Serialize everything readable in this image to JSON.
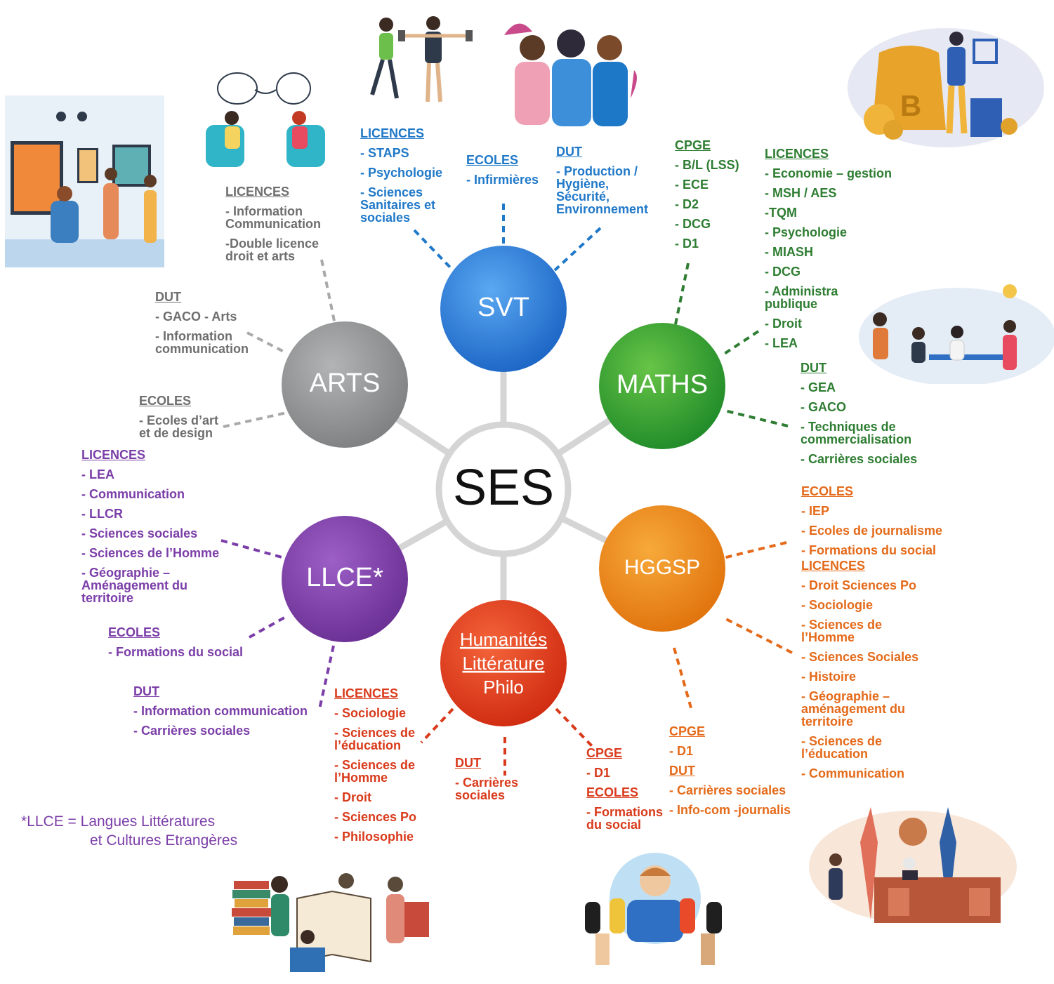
{
  "center": {
    "label": "SES"
  },
  "nodes": {
    "svt": {
      "label": "SVT",
      "color": "#2f7fd6"
    },
    "maths": {
      "label": "MATHS",
      "color": "#34a02f"
    },
    "hggsp": {
      "label": "HGGSP",
      "color": "#ec8a12"
    },
    "humanites": {
      "line1": "Humanités",
      "line2": "Littérature",
      "line3": "Philo",
      "color": "#e0381a"
    },
    "llce": {
      "label": "LLCE*",
      "color": "#7e3fa6"
    },
    "arts": {
      "label": "ARTS",
      "color": "#8e9091"
    }
  },
  "svt": {
    "licences": {
      "title": "LICENCES",
      "items": [
        "- STAPS",
        "- Psychologie",
        "- Sciences Sanitaires et sociales"
      ]
    },
    "ecoles": {
      "title": "ECOLES",
      "items": [
        "- Infirmières"
      ]
    },
    "dut": {
      "title": "DUT",
      "items": [
        "- Production / Hygiène, Sécurité, Environnement"
      ]
    }
  },
  "maths": {
    "cpge": {
      "title": "CPGE",
      "items": [
        "- B/L (LSS)",
        "- ECE",
        "- D2",
        "- DCG",
        "- D1"
      ]
    },
    "licences": {
      "title": "LICENCES",
      "items": [
        "- Economie – gestion",
        "- MSH / AES",
        "-TQM",
        "- Psychologie",
        "- MIASH",
        "- DCG",
        "- Administra publique",
        "- Droit",
        "- LEA"
      ]
    },
    "dut": {
      "title": "DUT",
      "items": [
        "- GEA",
        "- GACO",
        "- Techniques de commercialisation",
        "- Carrières sociales"
      ]
    }
  },
  "hggsp": {
    "ecoles": {
      "title": "ECOLES",
      "items": [
        "- IEP",
        "- Ecoles de journalisme",
        "- Formations du social"
      ]
    },
    "licences": {
      "title": "LICENCES",
      "items": [
        "- Droit Sciences Po",
        "- Sociologie",
        "- Sciences de l’Homme",
        "- Sciences Sociales",
        "- Histoire",
        "- Géographie – aménagement du territoire",
        "- Sciences de l’éducation",
        "- Communication"
      ]
    },
    "cpge": {
      "title": "CPGE",
      "items": [
        "- D1"
      ]
    },
    "dut": {
      "title": "DUT",
      "items": [
        "- Carrières sociales",
        "- Info-com -journalis"
      ]
    }
  },
  "humanites": {
    "licences": {
      "title": "LICENCES",
      "items": [
        "- Sociologie",
        "- Sciences de l’éducation",
        "- Sciences de l’Homme",
        "- Droit",
        "- Sciences Po",
        "- Philosophie"
      ]
    },
    "dut": {
      "title": "DUT",
      "items": [
        "- Carrières sociales"
      ]
    },
    "cpge": {
      "title": "CPGE",
      "items": [
        "- D1"
      ]
    },
    "ecoles": {
      "title": "ECOLES",
      "items": [
        "- Formations du social"
      ]
    }
  },
  "llce": {
    "licences": {
      "title": "LICENCES",
      "items": [
        "- LEA",
        "- Communication",
        "- LLCR",
        "- Sciences sociales",
        "- Sciences de l’Homme",
        "- Géographie – Aménagement du territoire"
      ]
    },
    "ecoles": {
      "title": "ECOLES",
      "items": [
        "- Formations du social"
      ]
    },
    "dut": {
      "title": "DUT",
      "items": [
        "- Information communication",
        "- Carrières sociales"
      ]
    }
  },
  "arts": {
    "licences": {
      "title": "LICENCES",
      "items": [
        "- Information Communication",
        "-Double licence droit et arts"
      ]
    },
    "dut": {
      "title": "DUT",
      "items": [
        "- GACO - Arts",
        "- Information communication"
      ]
    },
    "ecoles": {
      "title": "ECOLES",
      "items": [
        "- Ecoles d’art et de design"
      ]
    }
  },
  "footnote": {
    "line1": "*LLCE =  Langues Littératures",
    "line2": "et Cultures Etrangères"
  }
}
